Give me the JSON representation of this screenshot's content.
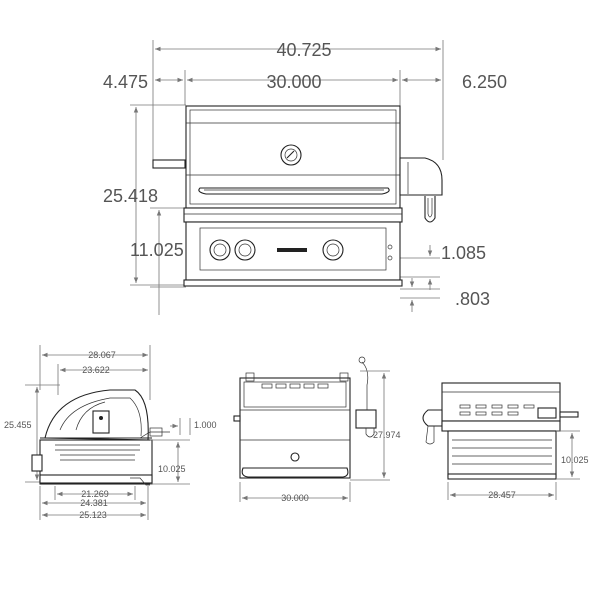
{
  "front_view": {
    "overall_width": "40.725",
    "left_offset": "4.475",
    "grill_width": "30.000",
    "right_offset": "6.250",
    "total_height": "25.418",
    "base_height": "11.025",
    "dim_upper_right": "1.085",
    "dim_lower_right": ".803"
  },
  "side_view": {
    "top_depth": "28.067",
    "hood_depth": "23.622",
    "height": "25.455",
    "rear_offset": "1.000",
    "base_height": "10.025",
    "depth_a": "21.269",
    "depth_b": "24.381",
    "depth_c": "25.123"
  },
  "front_view_small": {
    "height": "27.974",
    "width": "30.000"
  },
  "rear_view": {
    "base_height": "10.025",
    "width": "28.457"
  }
}
